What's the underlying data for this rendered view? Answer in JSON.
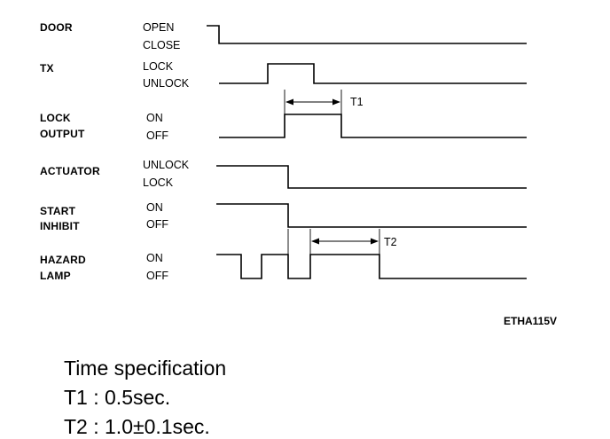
{
  "signals": [
    {
      "name": "DOOR",
      "name_lines": [
        "DOOR"
      ],
      "high_state": "OPEN",
      "low_state": "CLOSE"
    },
    {
      "name": "TX",
      "name_lines": [
        "TX"
      ],
      "high_state": "LOCK",
      "low_state": "UNLOCK"
    },
    {
      "name": "LOCK OUTPUT",
      "name_lines": [
        "LOCK",
        "OUTPUT"
      ],
      "high_state": "ON",
      "low_state": "OFF"
    },
    {
      "name": "ACTUATOR",
      "name_lines": [
        "ACTUATOR"
      ],
      "high_state": "UNLOCK",
      "low_state": "LOCK"
    },
    {
      "name": "START INHIBIT",
      "name_lines": [
        "START",
        "INHIBIT"
      ],
      "high_state": "ON",
      "low_state": "OFF"
    },
    {
      "name": "HAZARD LAMP",
      "name_lines": [
        "HAZARD",
        "LAMP"
      ],
      "high_state": "ON",
      "low_state": "OFF"
    }
  ],
  "annotations": {
    "t1": "T1",
    "t2": "T2"
  },
  "figure_code": "ETHA115V",
  "spec": {
    "title": "Time specification",
    "lines": [
      "T1 : 0.5sec.",
      "T2 : 1.0±0.1sec."
    ]
  },
  "colors": {
    "line": "#000000",
    "background": "#ffffff"
  }
}
